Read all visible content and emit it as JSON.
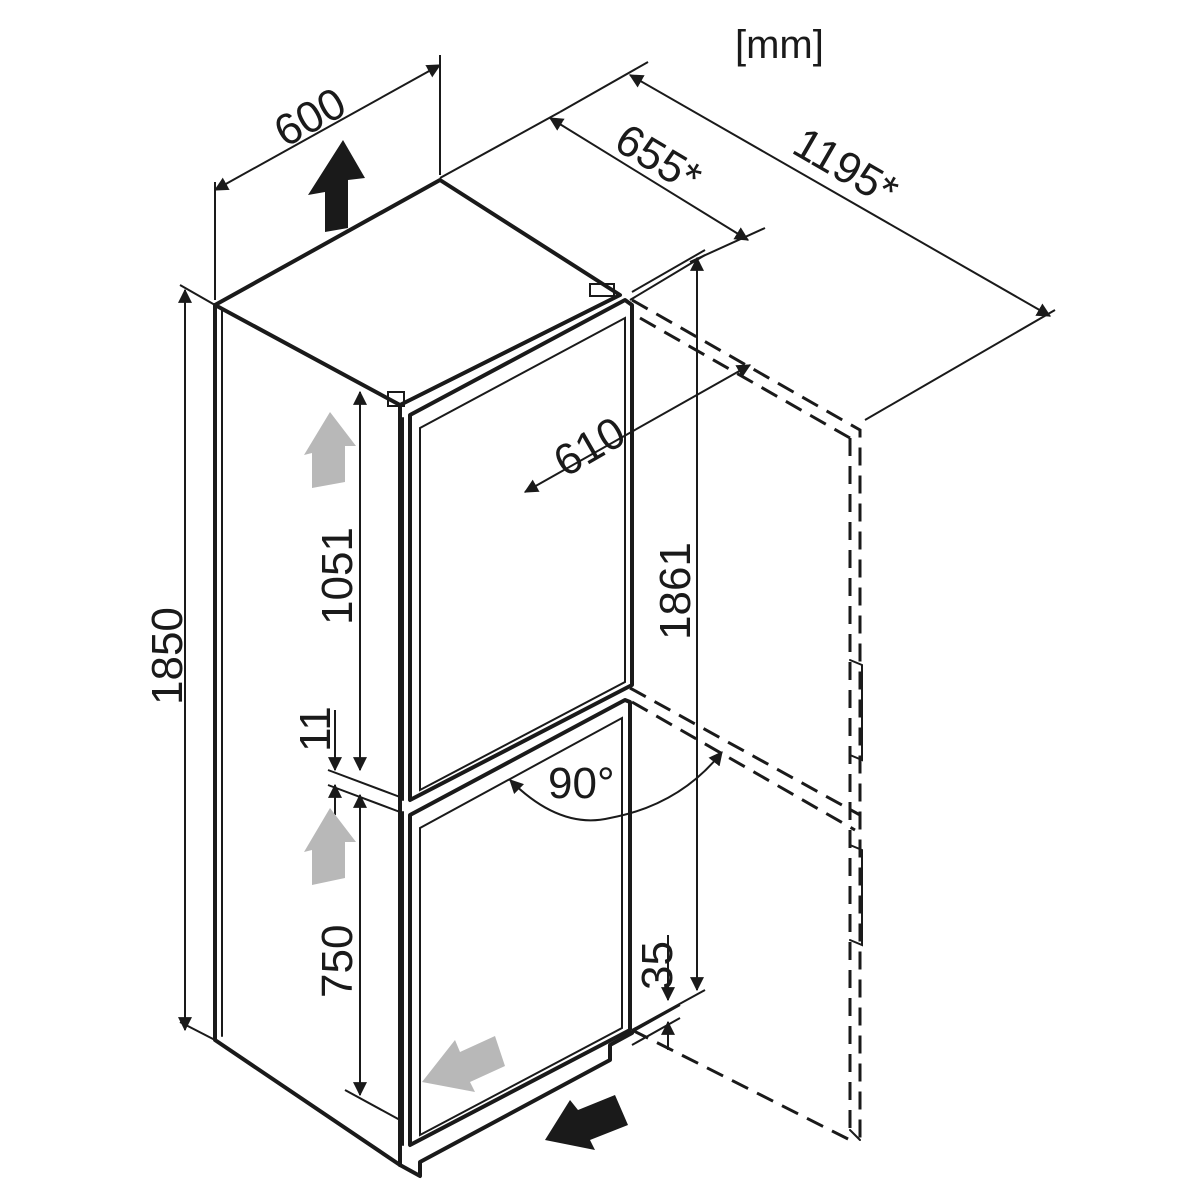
{
  "unit_label": "[mm]",
  "dimensions": {
    "width": "600",
    "depth": "655*",
    "depth_door_open": "1195*",
    "depth_cabinet": "610",
    "freezer_compartment_height": "1051",
    "overall_height": "1850",
    "height_with_hinge": "1861",
    "gap": "11",
    "fridge_compartment_height": "750",
    "door_opening_angle": "90°",
    "plinth_height": "35"
  }
}
